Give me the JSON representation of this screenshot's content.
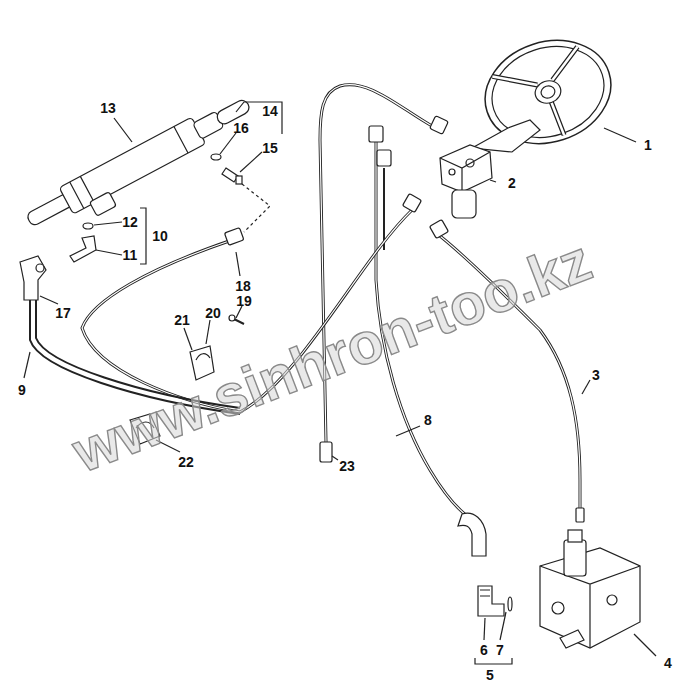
{
  "diagram": {
    "labels": [
      "1",
      "2",
      "3",
      "4",
      "5",
      "6",
      "7",
      "8",
      "9",
      "10",
      "11",
      "12",
      "13",
      "14",
      "15",
      "16",
      "17",
      "18",
      "19",
      "20",
      "21",
      "22",
      "23",
      "www.sinhron-too.kz"
    ]
  }
}
